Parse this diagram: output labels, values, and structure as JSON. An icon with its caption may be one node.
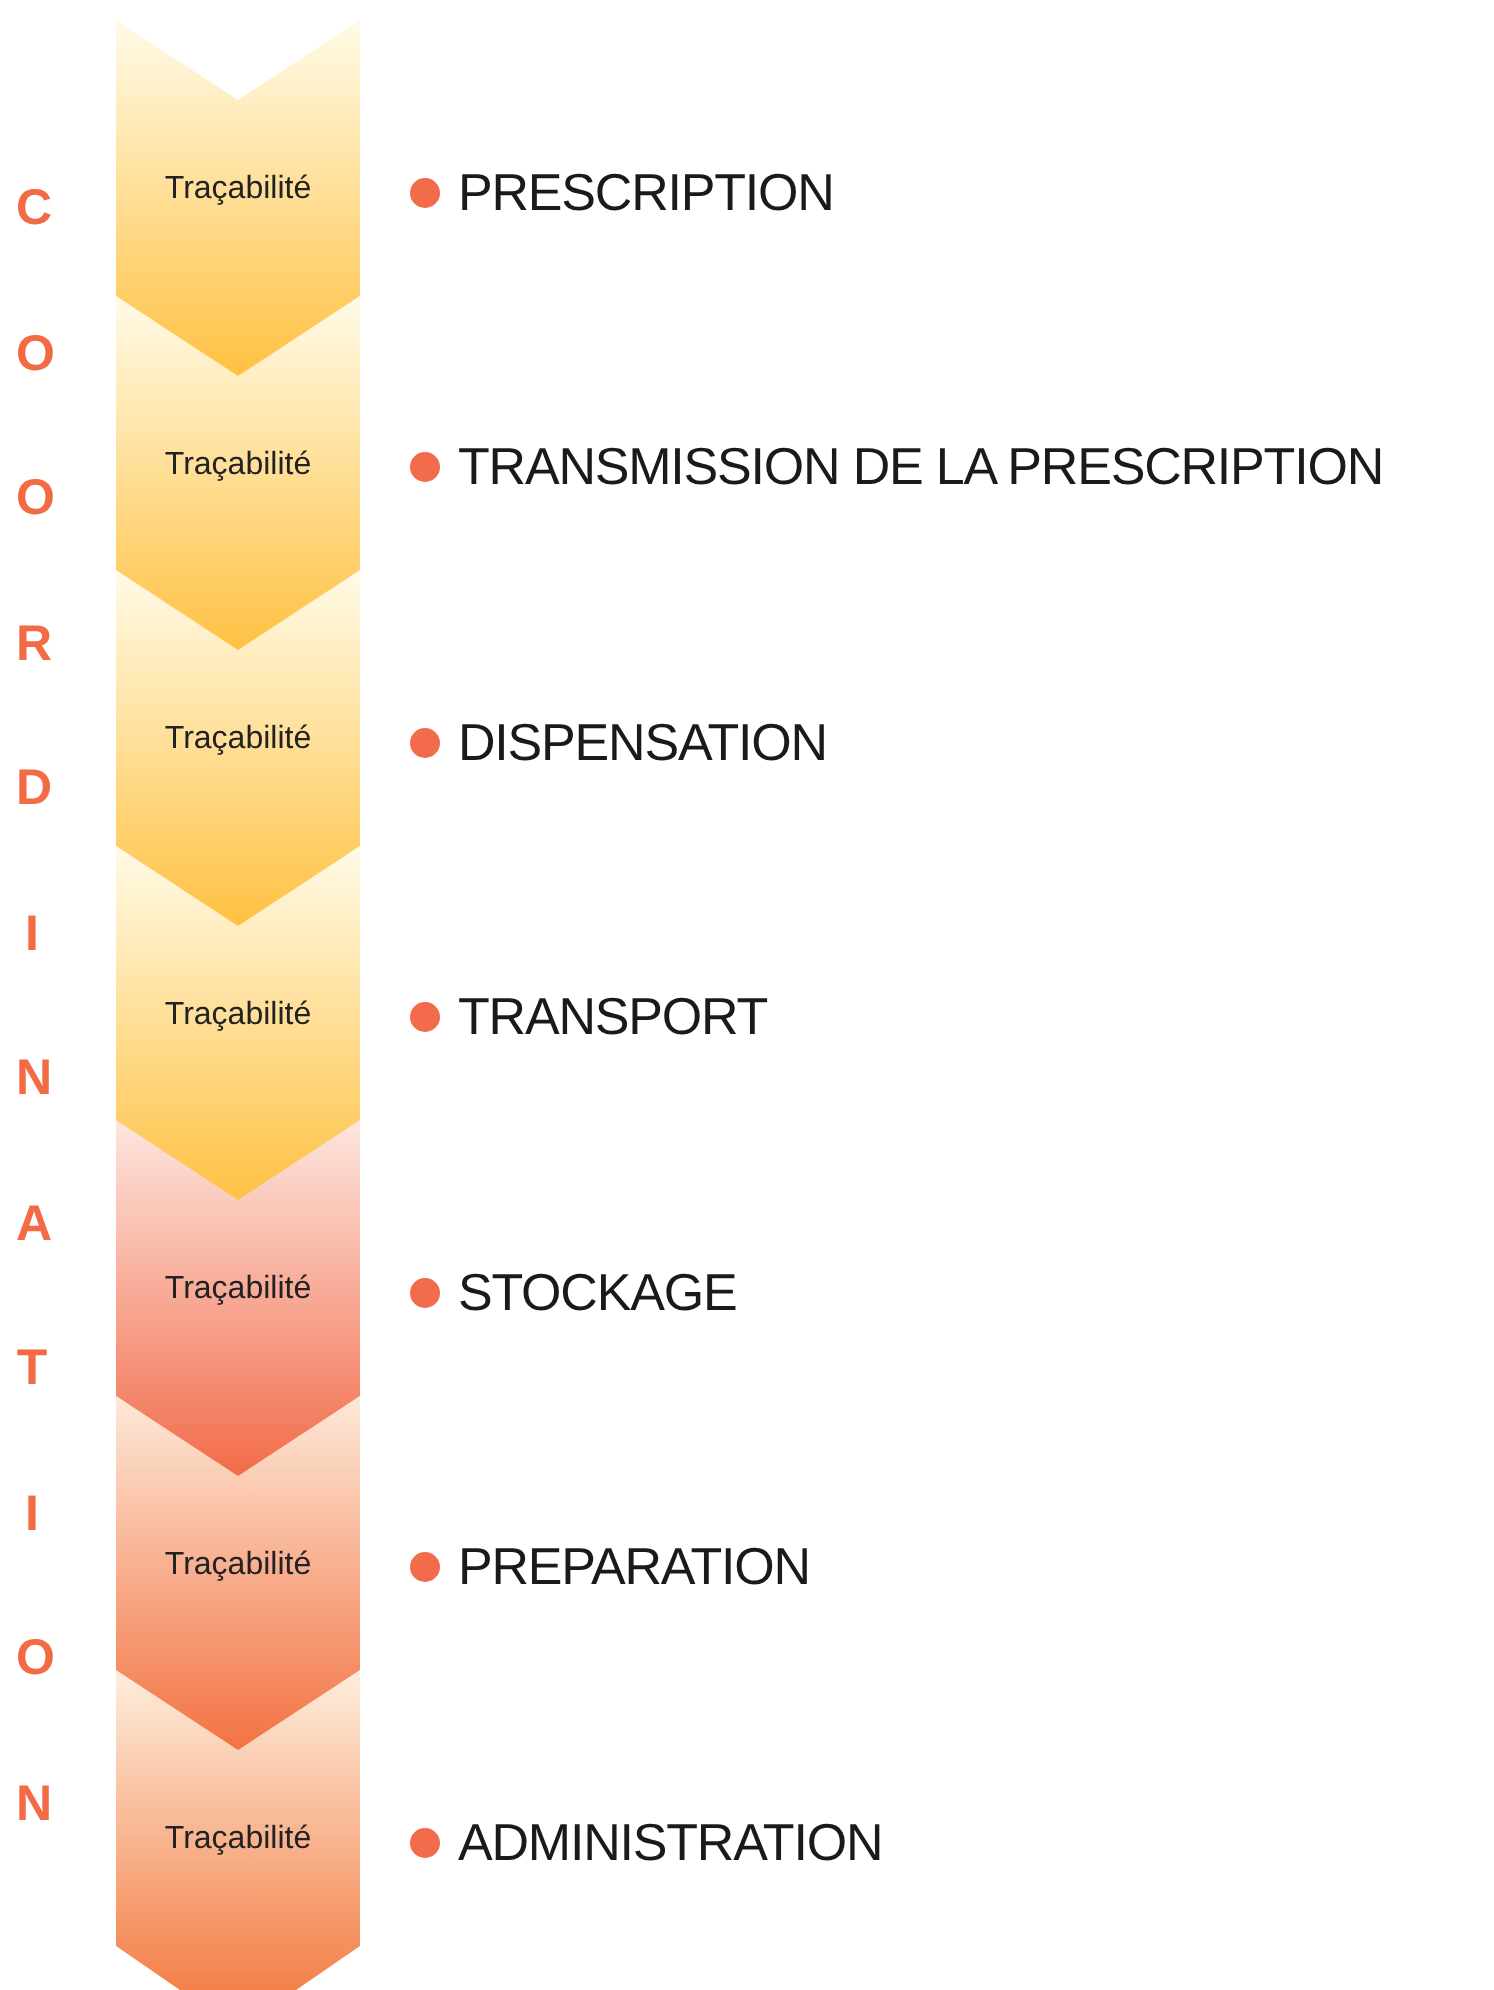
{
  "diagram": {
    "nodes": [
      {
        "text": [
          "Traçabilité"
        ],
        "beside": [
          "PRESCRIPTION"
        ]
      },
      {
        "text": [
          "Traçabilité"
        ],
        "beside": [
          "TRANSMISSION DE LA PRESCRIPTION"
        ]
      },
      {
        "text": [
          "Traçabilité"
        ],
        "beside": [
          "DISPENSATION"
        ]
      },
      {
        "text": [
          "Traçabilité"
        ],
        "beside": [
          "TRANSPORT"
        ]
      },
      {
        "text": [
          "Traçabilité"
        ],
        "beside": [
          "STOCKAGE"
        ]
      },
      {
        "text": [
          "Traçabilité"
        ],
        "beside": [
          "PREPARATION"
        ]
      },
      {
        "text": [
          "Traçabilité"
        ],
        "beside": [
          "ADMINISTRATION"
        ]
      }
    ],
    "edges": [],
    "labels": [
      "COORDINATION"
    ]
  }
}
